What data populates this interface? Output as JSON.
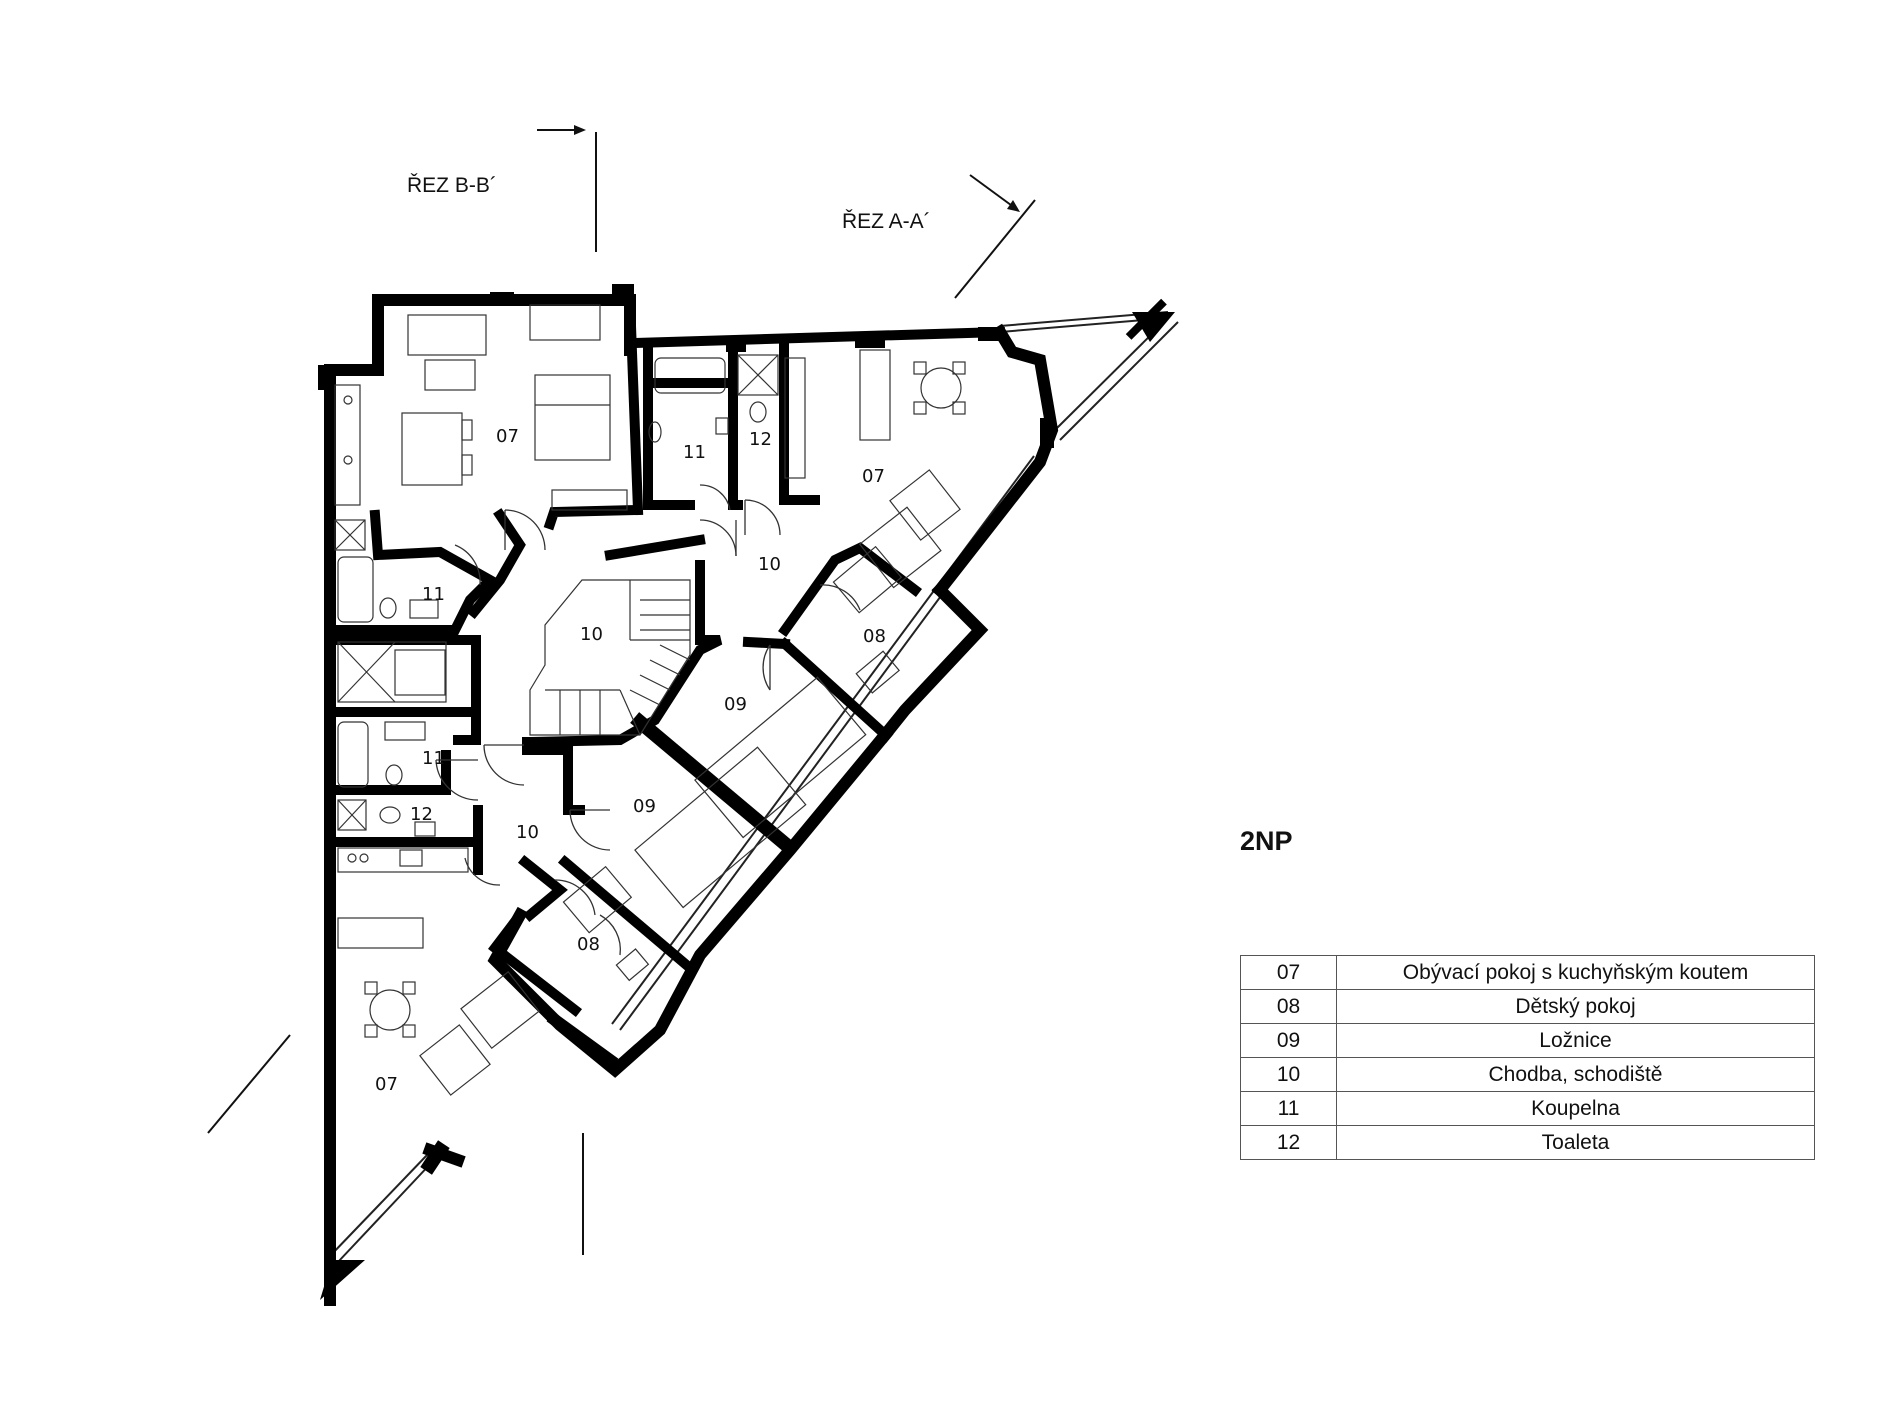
{
  "sections": {
    "b": "ŘEZ B-B´",
    "a": "ŘEZ A-A´"
  },
  "floor_label": "2NP",
  "room_labels": {
    "r07_top_left": "07",
    "r07_top_right": "07",
    "r07_bottom": "07",
    "r08_right": "08",
    "r08_lower": "08",
    "r09_upper": "09",
    "r09_lower": "09",
    "r10_stair": "10",
    "r10_hall_top": "10",
    "r10_hall_bottom": "10",
    "r11_top": "11",
    "r11_left_upper": "11",
    "r11_left_lower": "11",
    "r12_top": "12",
    "r12_left": "12"
  },
  "legend": [
    {
      "code": "07",
      "name": "Obývací pokoj s kuchyňským koutem"
    },
    {
      "code": "08",
      "name": "Dětský pokoj"
    },
    {
      "code": "09",
      "name": "Ložnice"
    },
    {
      "code": "10",
      "name": "Chodba, schodiště"
    },
    {
      "code": "11",
      "name": "Koupelna"
    },
    {
      "code": "12",
      "name": "Toaleta"
    }
  ]
}
